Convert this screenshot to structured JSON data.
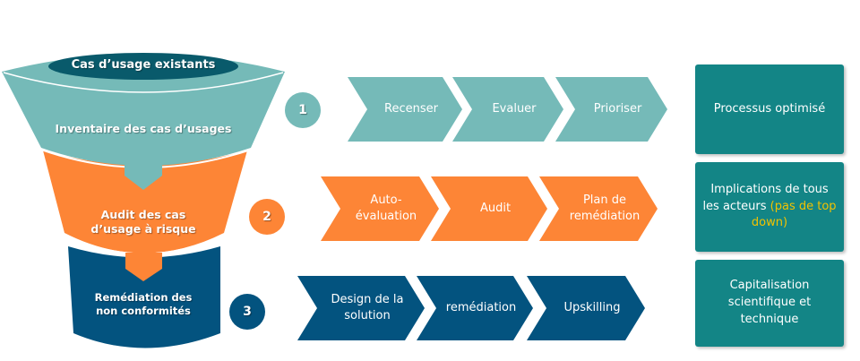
{
  "colors": {
    "teal": "#75bab8",
    "orange": "#fd8536",
    "navy": "#03537f",
    "dark_teal_ellipse": "#095a6b",
    "outcome_teal": "#138586",
    "highlight_yellow": "#f2c200"
  },
  "funnel": {
    "top_label": "Cas d’usage existants",
    "stages": [
      {
        "label": "Inventaire des cas d’usages",
        "color": "teal"
      },
      {
        "label_line1": "Audit des cas",
        "label_line2": "d’usage à risque",
        "color": "orange"
      },
      {
        "label_line1": "Remédiation des",
        "label_line2": "non conformités",
        "color": "navy"
      }
    ]
  },
  "steps": [
    {
      "number": "1",
      "color": "teal",
      "chevrons": [
        {
          "l1": "Recenser",
          "l2": ""
        },
        {
          "l1": "Evaluer",
          "l2": ""
        },
        {
          "l1": "Prioriser",
          "l2": ""
        }
      ]
    },
    {
      "number": "2",
      "color": "orange",
      "chevrons": [
        {
          "l1": "Auto-",
          "l2": "évaluation"
        },
        {
          "l1": "Audit",
          "l2": ""
        },
        {
          "l1": "Plan de",
          "l2": "remédiation"
        }
      ]
    },
    {
      "number": "3",
      "color": "navy",
      "chevrons": [
        {
          "l1": "Design de la",
          "l2": "solution"
        },
        {
          "l1": "remédiation",
          "l2": ""
        },
        {
          "l1": "Upskilling",
          "l2": ""
        }
      ]
    }
  ],
  "outcomes": [
    {
      "text": "Processus optimisé",
      "highlight": ""
    },
    {
      "text": "Implications de tous les acteurs",
      "highlight": "(pas de top down)"
    },
    {
      "text": "Capitalisation scientifique et technique",
      "highlight": ""
    }
  ]
}
